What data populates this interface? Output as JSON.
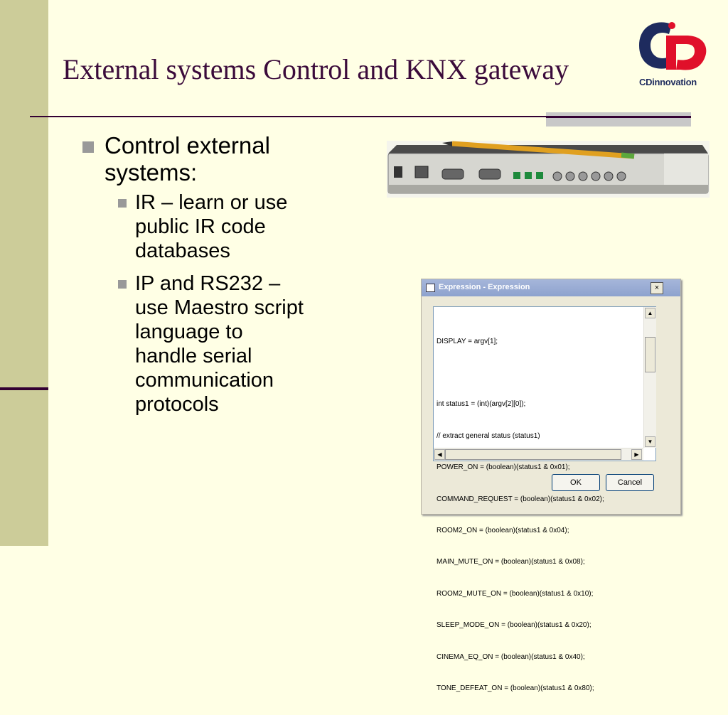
{
  "slide": {
    "title": "External systems Control and KNX gateway",
    "logo_text": "CDinnovation"
  },
  "bullets": {
    "main": "Control external systems:",
    "sub": [
      "IR – learn or use public IR code databases",
      "IP and RS232 – use Maestro script language to handle serial communication protocols"
    ]
  },
  "dialog": {
    "title": "Expression - Expression",
    "close_label": "×",
    "code_lines": [
      "DISPLAY = argv[1];",
      "",
      "int status1 = (int)(argv[2][0]);",
      "// extract general status (status1)",
      "POWER_ON = (boolean)(status1 & 0x01);",
      "COMMAND_REQUEST = (boolean)(status1 & 0x02);",
      "ROOM2_ON = (boolean)(status1 & 0x04);",
      "MAIN_MUTE_ON = (boolean)(status1 & 0x08);",
      "ROOM2_MUTE_ON = (boolean)(status1 & 0x10);",
      "SLEEP_MODE_ON = (boolean)(status1 & 0x20);",
      "CINEMA_EQ_ON = (boolean)(status1 & 0x40);",
      "TONE_DEFEAT_ON = (boolean)(status1 & 0x80);"
    ],
    "ok_label": "OK",
    "cancel_label": "Cancel"
  },
  "colors": {
    "background": "#FFFFE5",
    "left_band": "#CCCC99",
    "title": "#3B0B3B",
    "rule": "#330033",
    "bullet": "#999999"
  }
}
